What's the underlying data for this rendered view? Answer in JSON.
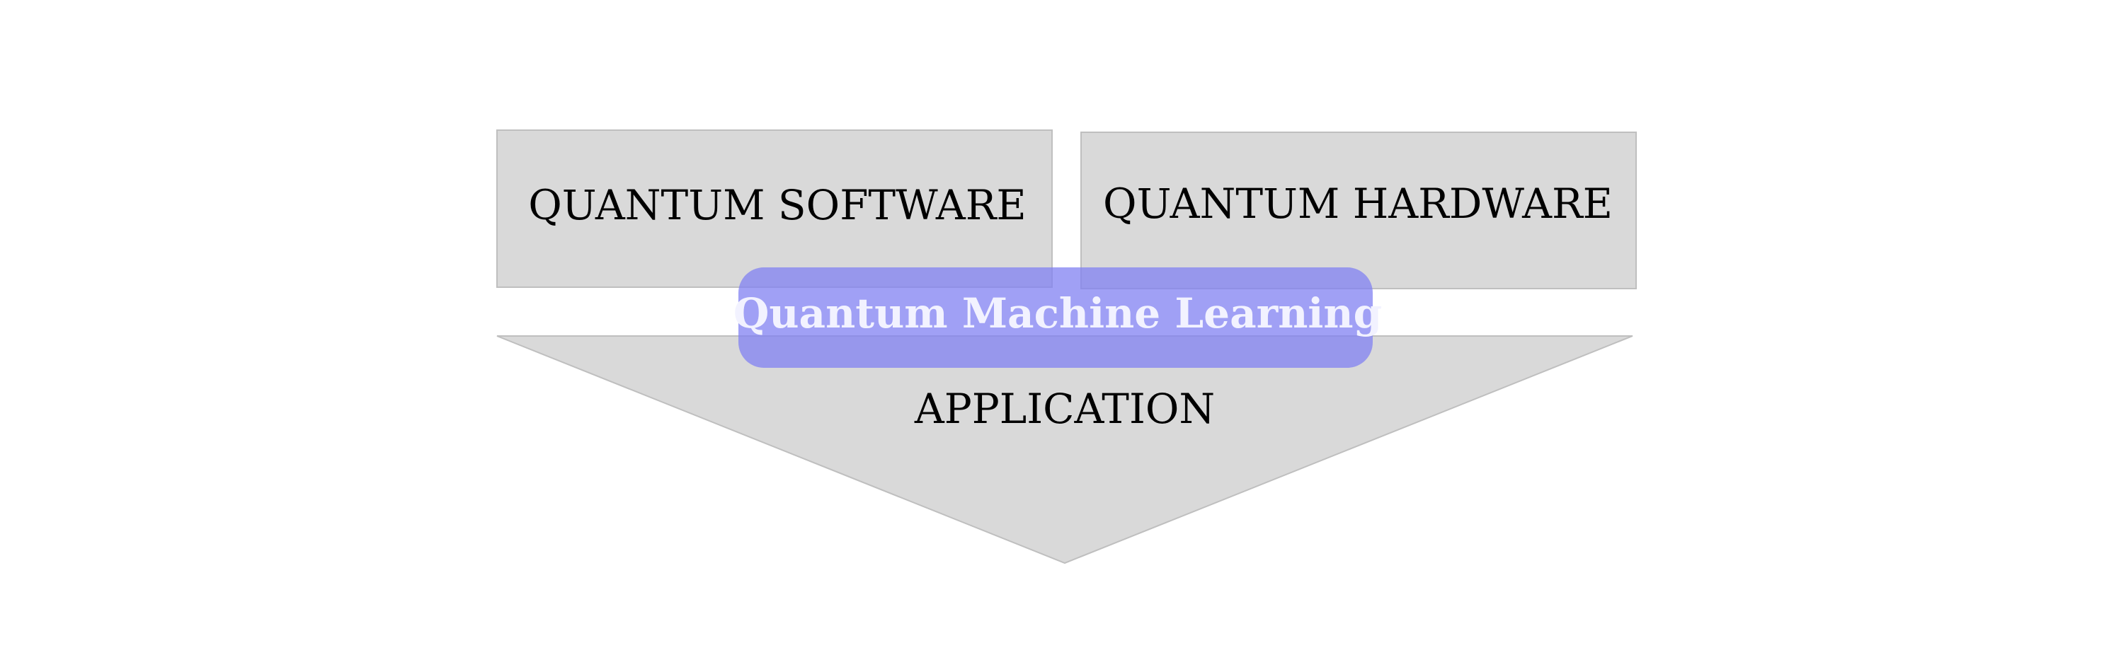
{
  "diagram": {
    "software_label": "QUANTUM SOFTWARE",
    "hardware_label": "QUANTUM HARDWARE",
    "application_label": "APPLICATION",
    "qml_label": "Quantum Machine Learning"
  },
  "colors": {
    "box_fill": "#d9d9d9",
    "box_stroke": "#bfbfbf",
    "qml_fill": "#8080f2",
    "qml_text": "#f2f2ff"
  }
}
